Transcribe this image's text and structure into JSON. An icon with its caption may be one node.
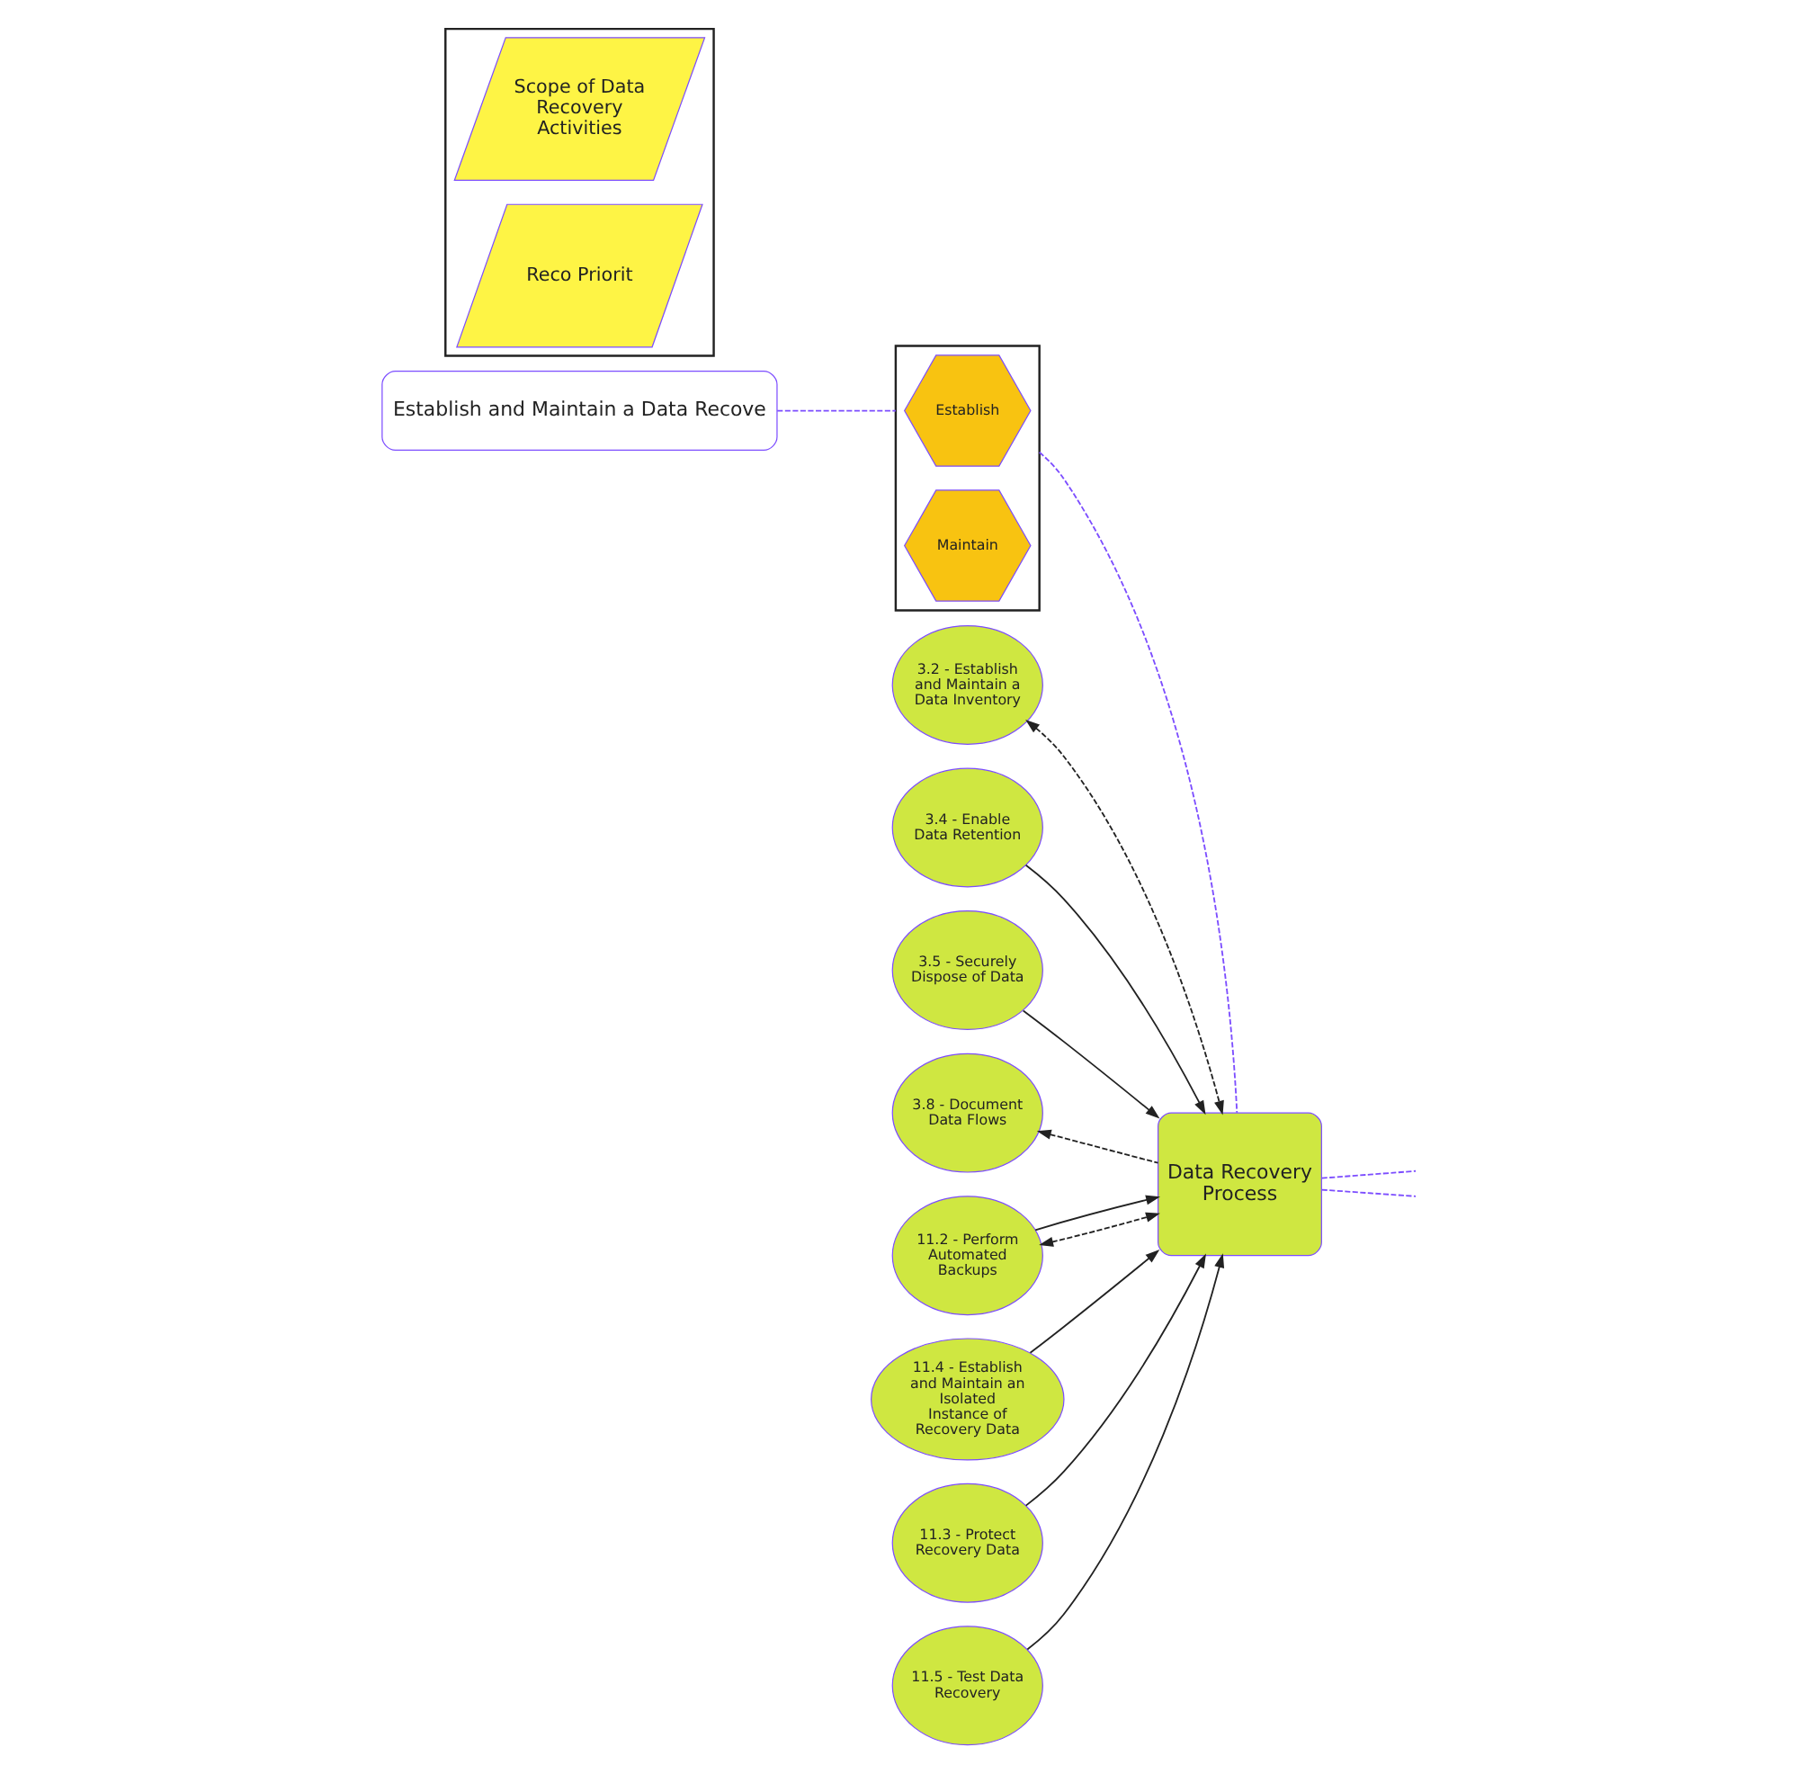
{
  "diagram": {
    "nodes": [
      {
        "text": [
          "Establish and Maintain a Data Recove"
        ]
      },
      {
        "text": [],
        "shape": "box"
      },
      {
        "text": [
          "Establish"
        ],
        "in": 1
      },
      {
        "text": [
          "Maintain"
        ],
        "in": 1
      },
      {
        "text": [
          "Data Recovery Process"
        ]
      },
      {
        "text": [],
        "shape": "box"
      },
      {
        "text": [
          "Scope of Data Recovery Activities"
        ],
        "in": 5
      },
      {
        "text": [
          "Reco Priorit"
        ],
        "in": 5
      },
      {
        "text": [
          "3.2 - Establish and Maintain a Data Inventory"
        ]
      },
      {
        "text": [
          "3.4 - Enable Data Retention"
        ]
      },
      {
        "text": [
          "3.5 - Securely Dispose of Data"
        ]
      },
      {
        "text": [
          "3.8 - Document Data Flows"
        ]
      },
      {
        "text": [
          "11.2 - Perform Automated Backups"
        ]
      },
      {
        "text": [
          "11.4 - Establish and Maintain an Isolated Instance of Recovery Data"
        ]
      },
      {
        "text": [
          "11.3 - Protect Recovery Data"
        ]
      },
      {
        "text": [
          "11.5 - Test Data Recovery"
        ]
      }
    ],
    "edges": [
      {
        "from": 0,
        "to": 1,
        "arrow": "none",
        "style": "dashed",
        "color": "#7c4dff"
      },
      {
        "from": 1,
        "to": 4,
        "arrow": "none",
        "style": "dashed",
        "color": "#7c4dff"
      },
      {
        "from": 4,
        "to": null,
        "arrow": "none",
        "style": "dashed",
        "color": "#7c4dff"
      },
      {
        "from": 4,
        "to": null,
        "arrow": "none",
        "style": "dashed",
        "color": "#7c4dff"
      },
      {
        "from": 8,
        "to": 4,
        "arrow": "both",
        "style": "dashed"
      },
      {
        "from": 9,
        "to": 4,
        "arrow": "to"
      },
      {
        "from": 10,
        "to": 4,
        "arrow": "to"
      },
      {
        "from": 4,
        "to": 11,
        "arrow": "to",
        "style": "dashed"
      },
      {
        "from": 12,
        "to": 4,
        "arrow": "both",
        "style": "dashed"
      },
      {
        "from": 12,
        "to": 4,
        "arrow": "to"
      },
      {
        "from": 13,
        "to": 4,
        "arrow": "to"
      },
      {
        "from": 14,
        "to": 4,
        "arrow": "to"
      },
      {
        "from": 15,
        "to": 4,
        "arrow": "to"
      }
    ]
  }
}
